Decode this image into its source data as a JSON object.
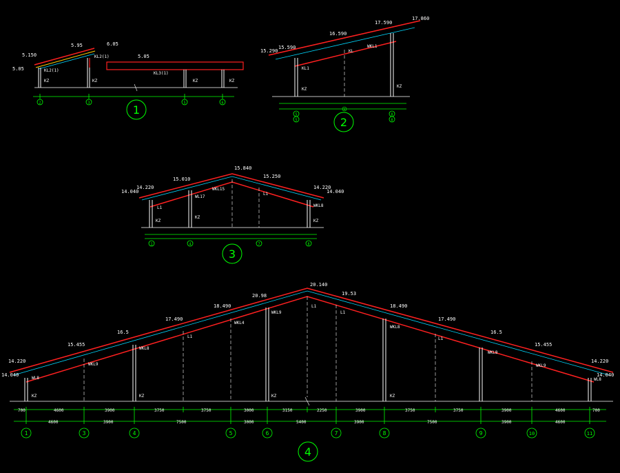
{
  "colors": {
    "background": "#000000",
    "roof": "#ff2020",
    "roof_inner": "#00d8ff",
    "column": "#ffffff",
    "dim_line": "#00ff00",
    "text": "#ffffff",
    "marker": "#00ff00",
    "level": "#ff3030"
  },
  "drawings": [
    {
      "id": "1",
      "title": "1",
      "levels": [
        "5.150",
        "5.95",
        "6.05",
        "5.05",
        "5.05"
      ],
      "labels": [
        "KL2(1)",
        "KL2(1)",
        "KL3(1)",
        "KZ",
        "KZ",
        "KZ",
        "KZ"
      ],
      "axes": [
        "2",
        "3",
        "5",
        "6"
      ]
    },
    {
      "id": "2",
      "title": "2",
      "levels": [
        "15.290",
        "15.590",
        "16.590",
        "17.590",
        "17.860"
      ],
      "labels": [
        "KL1",
        "KL",
        "WKL1",
        "KZ",
        "KZ"
      ],
      "axes": [
        "5",
        "6",
        "8"
      ],
      "axes_lower": [
        "5",
        "6",
        "8"
      ]
    },
    {
      "id": "3",
      "title": "3",
      "levels": [
        "14.040",
        "14.220",
        "15.010",
        "15.840",
        "15.250",
        "14.220",
        "14.040"
      ],
      "labels": [
        "L1",
        "WL17",
        "WKL15",
        "L1",
        "WKL8",
        "KZ",
        "KZ",
        "KZ"
      ],
      "axes": [
        "1",
        "4",
        "7",
        "8"
      ]
    },
    {
      "id": "4",
      "title": "4",
      "levels": [
        "14.220",
        "14.040",
        "15.455",
        "16.5",
        "17.490",
        "18.490",
        "20.98",
        "20.140",
        "19.53",
        "18.490",
        "17.490",
        "16.5",
        "15.455",
        "14.220",
        "14.040"
      ],
      "labels": [
        "WL8",
        "WKL9",
        "WKL8",
        "L1",
        "WKL4",
        "WKL9",
        "L1",
        "L1",
        "WKL8",
        "L1",
        "WKL8",
        "WKL9",
        "WL8",
        "KZ",
        "KZ",
        "KZ",
        "KZ"
      ],
      "dims_upper": [
        "700",
        "4600",
        "3900",
        "3750",
        "3750",
        "3000",
        "3150",
        "2250",
        "3900",
        "3750",
        "3750",
        "3900",
        "4600",
        "700"
      ],
      "dims_lower": [
        "4600",
        "3900",
        "7500",
        "3000",
        "5400",
        "3900",
        "7500",
        "3900",
        "4600"
      ],
      "axes": [
        "1",
        "3",
        "4",
        "5",
        "6",
        "7",
        "8",
        "9",
        "10",
        "11"
      ]
    }
  ]
}
